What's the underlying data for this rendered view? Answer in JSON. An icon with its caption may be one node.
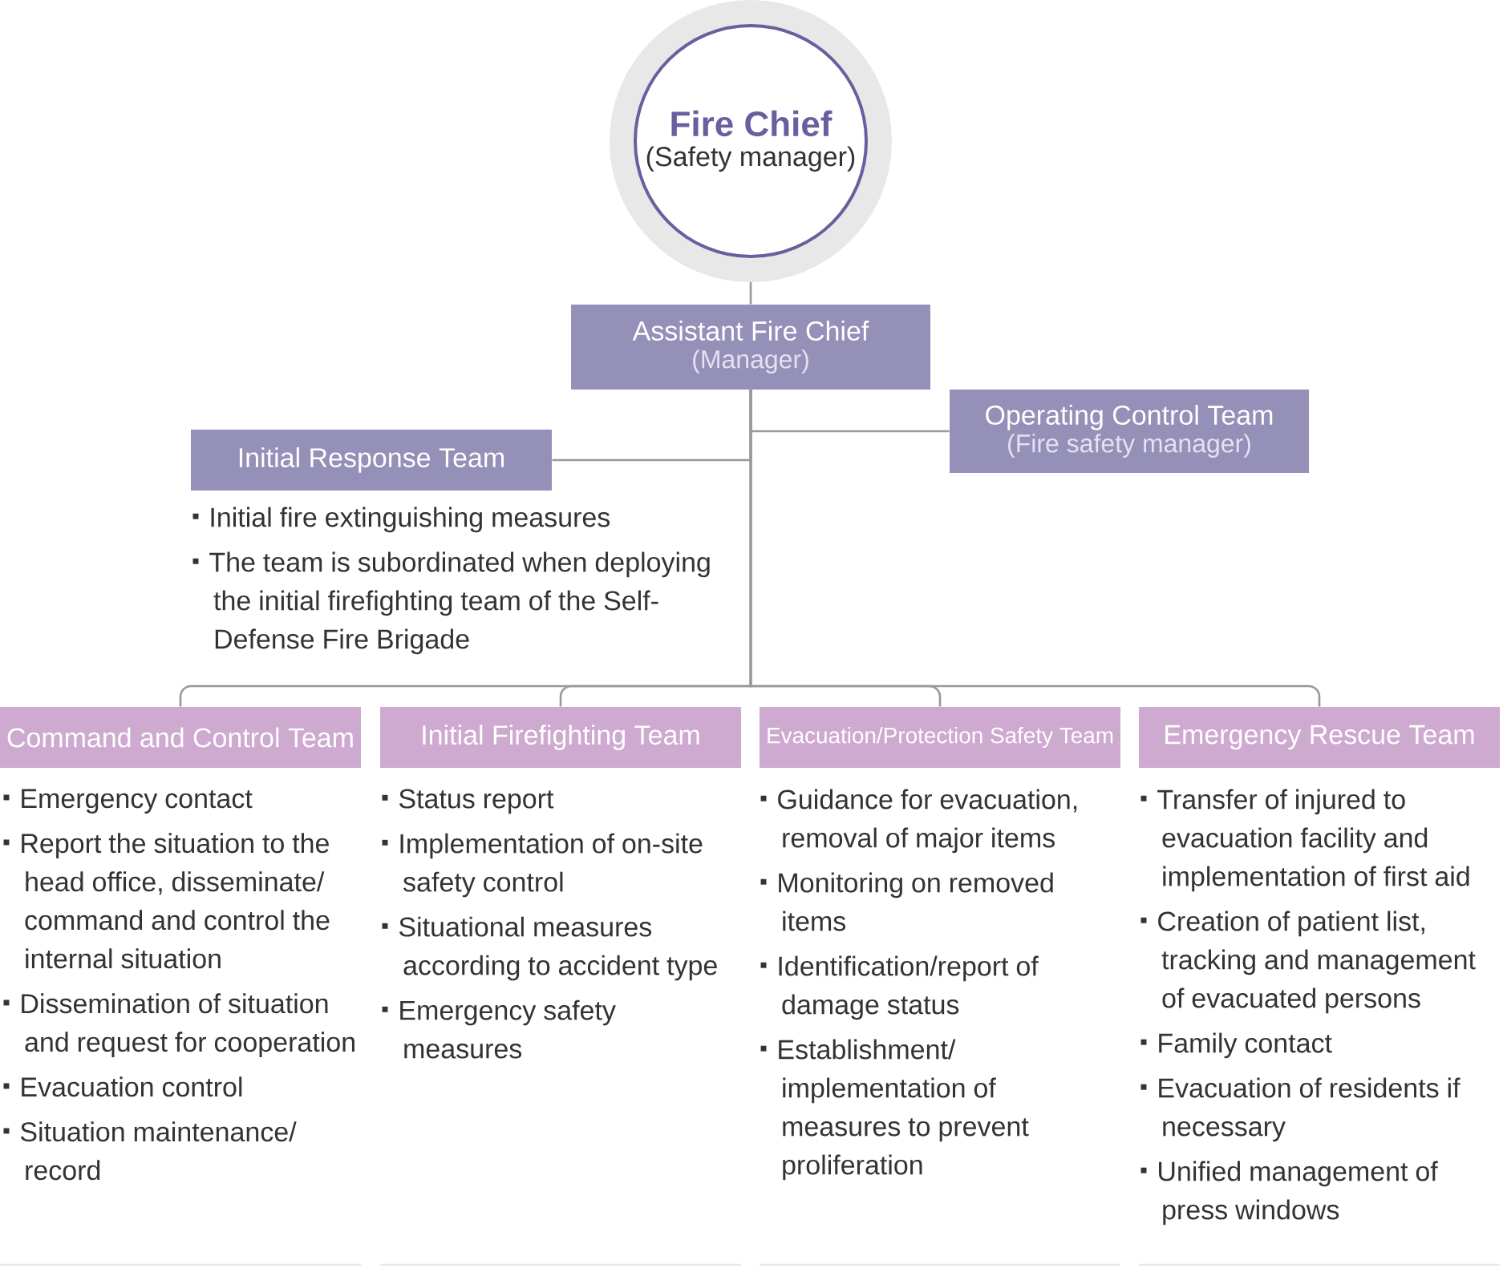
{
  "diagram": {
    "nodes": [
      {
        "text": [
          "Fire Chief",
          "(Safety manager)"
        ]
      },
      {
        "text": [
          "Assistant Fire Chief",
          "(Manager)"
        ]
      },
      {
        "text": [
          "Operating Control Team",
          "(Fire safety manager)"
        ]
      },
      {
        "text": [
          "Initial Response Team"
        ],
        "beside": [
          "Initial fire extinguishing measures",
          "The team is subordinated when deploying the initial firefighting team of the Self-Defense Fire Brigade"
        ]
      },
      {
        "text": [
          "Command and Control Team"
        ],
        "beside": [
          "Emergency contact",
          "Report the situation to the head office, disseminate/ command and control the internal situation",
          "Dissemination of situation and request for cooperation",
          "Evacuation control",
          "Situation maintenance/ record"
        ]
      },
      {
        "text": [
          "Initial Firefighting Team"
        ],
        "beside": [
          "Status report",
          "Implementation of on-site safety control",
          "Situational measures according to accident type",
          "Emergency safety measures"
        ]
      },
      {
        "text": [
          "Evacuation/Protection Safety Team"
        ],
        "beside": [
          "Guidance for evacuation, removal of major items",
          "Monitoring on removed items",
          "Identification/report of damage status",
          "Establishment/ implementation of measures to prevent proliferation"
        ]
      },
      {
        "text": [
          "Emergency Rescue Team"
        ],
        "beside": [
          "Transfer of injured to evacuation facility and implementation of first aid",
          "Creation of patient list, tracking and management of evacuated persons",
          "Family contact",
          "Evacuation of residents if necessary",
          "Unified management of press windows"
        ]
      }
    ],
    "edges": [
      {
        "from": 0,
        "to": 1,
        "arrow": "none"
      },
      {
        "from": 1,
        "to": 2,
        "arrow": "none"
      },
      {
        "from": 1,
        "to": 3,
        "arrow": "none"
      },
      {
        "from": 1,
        "to": 4,
        "arrow": "none"
      },
      {
        "from": 1,
        "to": 5,
        "arrow": "none"
      },
      {
        "from": 1,
        "to": 6,
        "arrow": "none"
      },
      {
        "from": 1,
        "to": 7,
        "arrow": "none"
      }
    ]
  }
}
